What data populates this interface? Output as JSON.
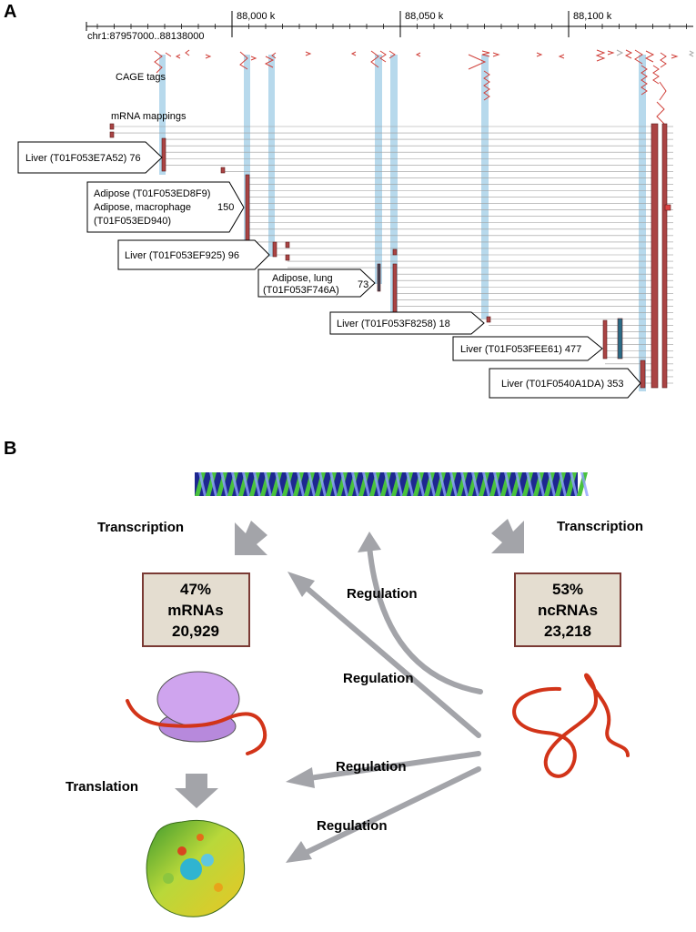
{
  "panel_a": {
    "letter": "A",
    "ruler": {
      "range": "chr1:87957000..88138000",
      "ticks": [
        "88,000 k",
        "88,050 k",
        "88,100 k"
      ]
    },
    "tracks": [
      "CAGE tags",
      "mRNA mappings"
    ],
    "clusters": [
      {
        "lines": [
          "Liver (T01F053E7A52) 76"
        ]
      },
      {
        "lines": [
          "Adipose (T01F053ED8F9)",
          "Adipose, macrophage",
          "(T01F053ED940)"
        ],
        "count": "150"
      },
      {
        "lines": [
          "Liver (T01F053EF925) 96"
        ]
      },
      {
        "lines": [
          "Adipose, lung",
          "(T01F053F746A)"
        ],
        "count": "73"
      },
      {
        "lines": [
          "Liver (T01F053F8258) 18"
        ]
      },
      {
        "lines": [
          "Liver (T01F053FEE61) 477"
        ]
      },
      {
        "lines": [
          "Liver (T01F0540A1DA) 353"
        ]
      }
    ]
  },
  "panel_b": {
    "letter": "B",
    "transcription_left": "Transcription",
    "transcription_right": "Transcription",
    "mrna_box": {
      "percent": "47%",
      "name": "mRNAs",
      "count": "20,929"
    },
    "ncrna_box": {
      "percent": "53%",
      "name": "ncRNAs",
      "count": "23,218"
    },
    "translation": "Translation",
    "regulation_labels": [
      "Regulation",
      "Regulation",
      "Regulation",
      "Regulation"
    ],
    "colors": {
      "arrow": "#a3a4a9",
      "box_fill": "#e4ddd0",
      "box_border": "#7a3a34",
      "rna": "#d23419",
      "ribosome": "#c79be8",
      "highlight": "#b7d9ec"
    }
  }
}
